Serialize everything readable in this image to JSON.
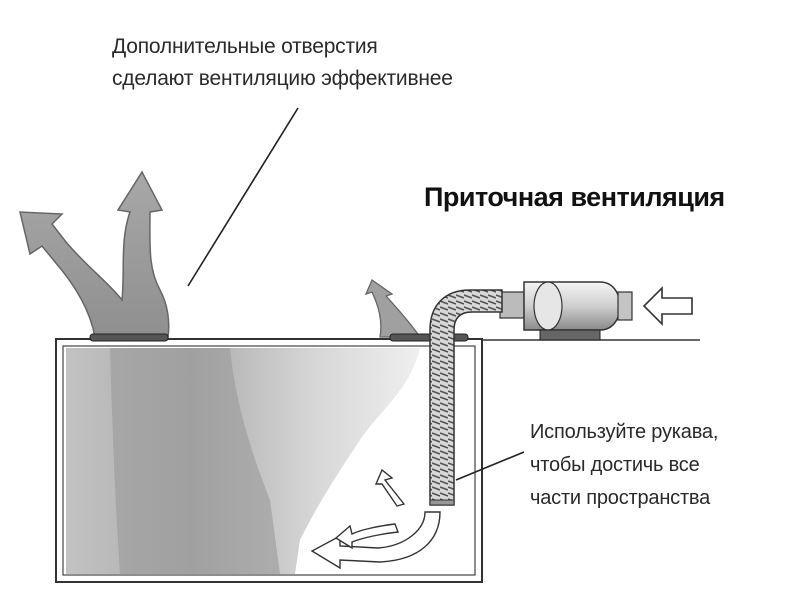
{
  "top_note": {
    "line1": "Дополнительные отверстия",
    "line2": "сделают вентиляцию эффективнее"
  },
  "title": "Приточная вентиляция",
  "hose_note": {
    "line1": "Используйте рукава,",
    "line2": "чтобы достичь все",
    "line3": "части пространства"
  },
  "colors": {
    "airflow": "#9a9a9a",
    "outline": "#333333",
    "background": "#ffffff"
  },
  "icons": [
    "arrow-up-icon",
    "arrow-right-icon",
    "fan-icon",
    "hose-icon"
  ]
}
